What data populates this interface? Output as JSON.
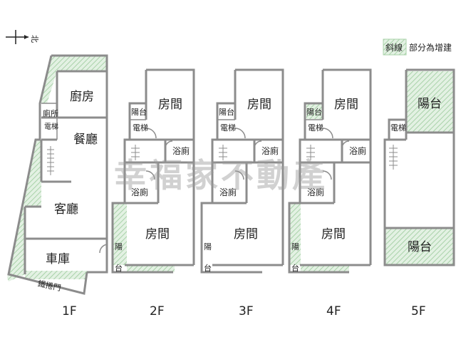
{
  "north": {
    "label": "北"
  },
  "legend": {
    "hatch_word": "斜線",
    "rest": "部分為增建"
  },
  "watermark": "幸福家不動產",
  "colors": {
    "hatch": "#c8e3c8",
    "wall": "#8c8c8c"
  },
  "floors": [
    {
      "label": "1F",
      "rooms": {
        "kitchen": "廚房",
        "wc": "廁所",
        "elevator": "電梯",
        "dining": "餐廳",
        "living": "客廳",
        "garage": "車庫",
        "gate": "鐵捲門"
      }
    },
    {
      "label": "2F",
      "rooms": {
        "balcony_top": "陽台",
        "room_top": "房間",
        "elevator": "電梯",
        "bath_right": "浴廁",
        "bath_left": "浴廁",
        "room_bottom": "房間",
        "balcony_left_1": "陽",
        "balcony_left_2": "台"
      }
    },
    {
      "label": "3F",
      "rooms": {
        "balcony_top": "陽台",
        "room_top": "房間",
        "elevator": "電梯",
        "bath_right": "浴廁",
        "bath_left": "浴廁",
        "room_bottom": "房間",
        "balcony_left_1": "陽",
        "balcony_left_2": "台"
      }
    },
    {
      "label": "4F",
      "rooms": {
        "balcony_top": "陽台",
        "room_top": "房間",
        "elevator": "電梯",
        "bath_right": "浴廁",
        "bath_left": "浴廁",
        "room_bottom": "房間",
        "balcony_left_1": "陽",
        "balcony_left_2": "台"
      }
    },
    {
      "label": "5F",
      "rooms": {
        "balcony_top": "陽台",
        "elevator": "電梯",
        "balcony_bottom": "陽台"
      }
    }
  ]
}
